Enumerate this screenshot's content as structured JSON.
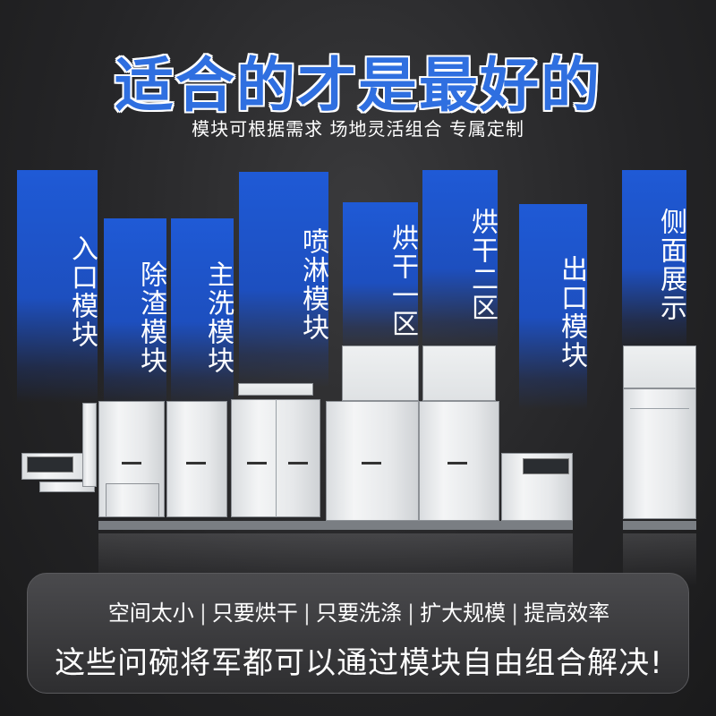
{
  "title": "适合的才是最好的",
  "subtitle": "模块可根据需求 场地灵活组合 专属定制",
  "modules": [
    {
      "label": "入口模块"
    },
    {
      "label": "除渣模块"
    },
    {
      "label": "主洗模块"
    },
    {
      "label": "喷淋模块"
    },
    {
      "label": "烘干一区"
    },
    {
      "label": "烘干二区"
    },
    {
      "label": "出口模块"
    },
    {
      "label": "侧面展示"
    }
  ],
  "features": [
    "空间太小",
    "只要烘干",
    "只要洗涤",
    "扩大规模",
    "提高效率"
  ],
  "feature_separator": "|",
  "conclusion": "这些问碗将军都可以通过模块自由组合解决!",
  "colors": {
    "accent": "#2f6fe0",
    "label_bg": "#1f5ad6"
  }
}
